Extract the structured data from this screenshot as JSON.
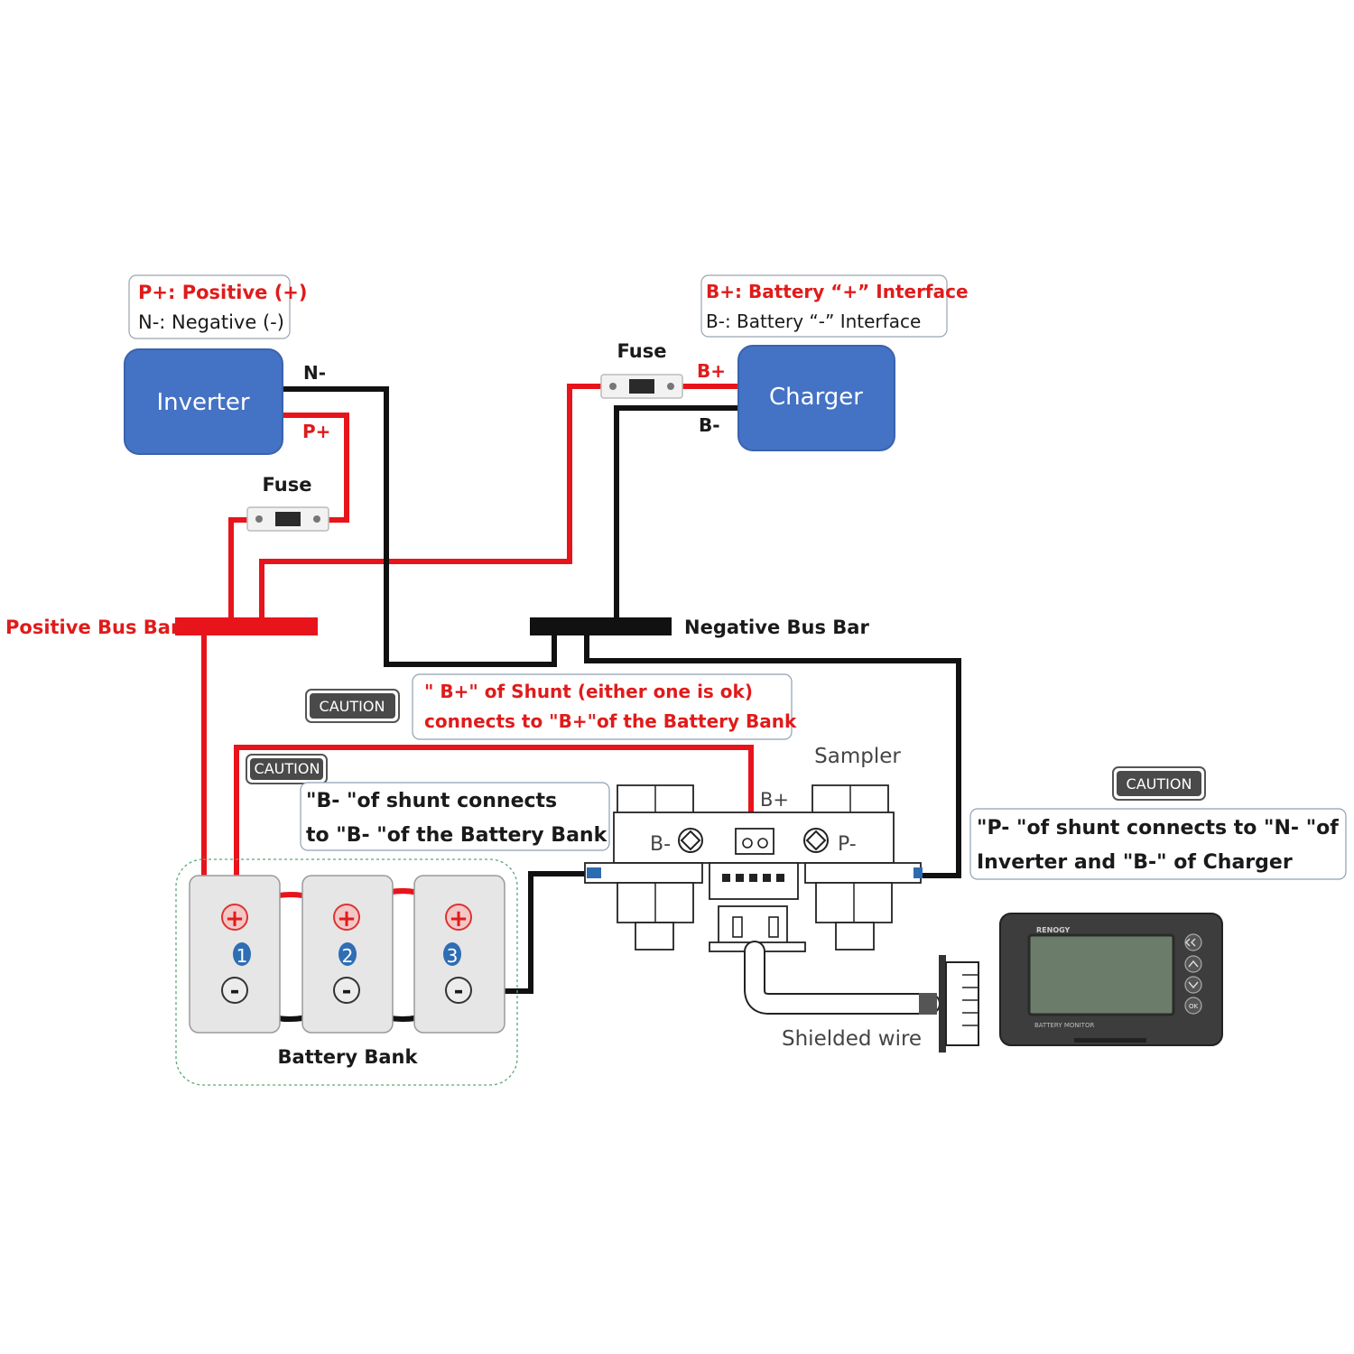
{
  "legend_inverter": {
    "line1": "P+: Positive (+)",
    "line2": "N-: Negative (-)"
  },
  "legend_charger": {
    "line1": "B+: Battery “+” Interface",
    "line2": "B-: Battery “-” Interface"
  },
  "inverter": {
    "label": "Inverter",
    "neg_label": "N-",
    "pos_label": "P+"
  },
  "charger": {
    "label": "Charger",
    "pos_label": "B+",
    "neg_label": "B-"
  },
  "fuses": {
    "inverter_fuse": "Fuse",
    "charger_fuse": "Fuse"
  },
  "bus_bars": {
    "positive": "Positive Bus Bar",
    "negative": "Negative Bus Bar"
  },
  "caution_label": "CAUTION",
  "notes": {
    "b_plus_line1": "\" B+\" of Shunt (either one is ok)",
    "b_plus_line2": "connects to \"B+\"of the Battery Bank",
    "b_minus_line1": "\"B- \"of shunt connects",
    "b_minus_line2": "to \"B- \"of the Battery Bank",
    "p_minus_line1": "\"P- \"of shunt connects to \"N- \"of",
    "p_minus_line2": "Inverter and \"B-\" of Charger"
  },
  "shunt": {
    "title": "Sampler",
    "b_plus": "B+",
    "b_minus": "B-",
    "p_minus": "P-"
  },
  "battery_bank": {
    "label": "Battery Bank",
    "cells": [
      {
        "number": "1",
        "pos": "+",
        "neg": "-"
      },
      {
        "number": "2",
        "pos": "+",
        "neg": "-"
      },
      {
        "number": "3",
        "pos": "+",
        "neg": "-"
      }
    ]
  },
  "shielded_wire": "Shielded wire",
  "monitor": {
    "brand": "RENOGY",
    "caption": "BATTERY MONITOR",
    "btn_ok": "OK"
  },
  "colors": {
    "positive_wire": "#e8141b",
    "negative_wire": "#111111",
    "device_fill": "#4472c4",
    "label_red": "#e01b1b"
  }
}
